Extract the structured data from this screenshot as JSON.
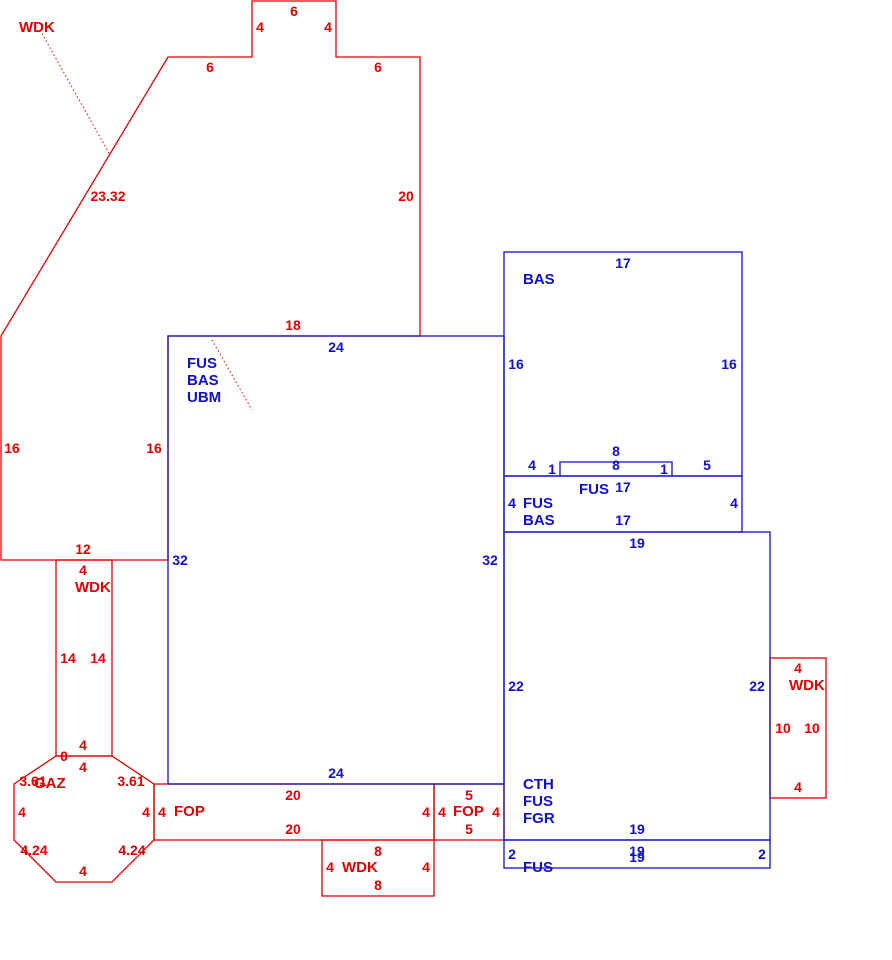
{
  "colors": {
    "exterior_area": "#e00000",
    "living_area": "#1010c8",
    "background": "#ffffff"
  },
  "areas": {
    "wdk_top": "WDK",
    "fus_bas_ubm": [
      "FUS",
      "BAS",
      "UBM"
    ],
    "bas_upper": "BAS",
    "fus_small": "FUS",
    "fus_bas_mid": [
      "FUS",
      "BAS"
    ],
    "wdk_left": "WDK",
    "wdk_right": "WDK",
    "gaz": "GAZ",
    "fop_left": "FOP",
    "fop_mid": "FOP",
    "wdk_bottom": "WDK",
    "cth_fus_fgr": [
      "CTH",
      "FUS",
      "FGR"
    ],
    "fus_bottom": "FUS"
  },
  "dims": {
    "wdk_top": {
      "peak_top": "6",
      "peak_left": "4",
      "peak_right": "4",
      "ledge_left": "6",
      "ledge_right": "6",
      "diagonal": "23.32",
      "right": "20",
      "bottom": "18",
      "left": "16",
      "inner_right": "16",
      "bottom_left": "12"
    },
    "fus_main": {
      "top": "24",
      "left": "32",
      "right": "32",
      "bottom": "24"
    },
    "bas_upper": {
      "top": "17",
      "left": "16",
      "right": "16",
      "bottom_left": "4",
      "bottom_right": "5",
      "notch_top": "8",
      "notch_inner": "8",
      "notch_left": "1",
      "notch_right": "1",
      "bottom": "17"
    },
    "fus_bas_mid": {
      "left": "4",
      "right": "4",
      "bottom": "17"
    },
    "cth": {
      "top": "19",
      "left": "22",
      "right": "22",
      "bottom": "19"
    },
    "fus_bottom": {
      "top": "19",
      "bottom": "19",
      "left": "2",
      "right": "2"
    },
    "wdk_right": {
      "top": "4",
      "left": "10",
      "right": "10",
      "bottom": "4"
    },
    "wdk_left": {
      "top": "4",
      "left": "14",
      "right": "14",
      "bottom": "4"
    },
    "gaz": {
      "top": "4",
      "zero": "0",
      "diag_ul": "3.61",
      "diag_ur": "3.61",
      "left": "4",
      "right": "4",
      "diag_ll": "4.24",
      "diag_lr": "4.24",
      "bottom": "4"
    },
    "fop_left": {
      "top": "20",
      "bottom": "20",
      "left": "4",
      "right": "4"
    },
    "fop_mid": {
      "top": "5",
      "bottom": "5",
      "left": "4",
      "right": "4"
    },
    "wdk_bottom": {
      "top": "8",
      "bottom": "8",
      "left": "4",
      "right": "4"
    }
  }
}
